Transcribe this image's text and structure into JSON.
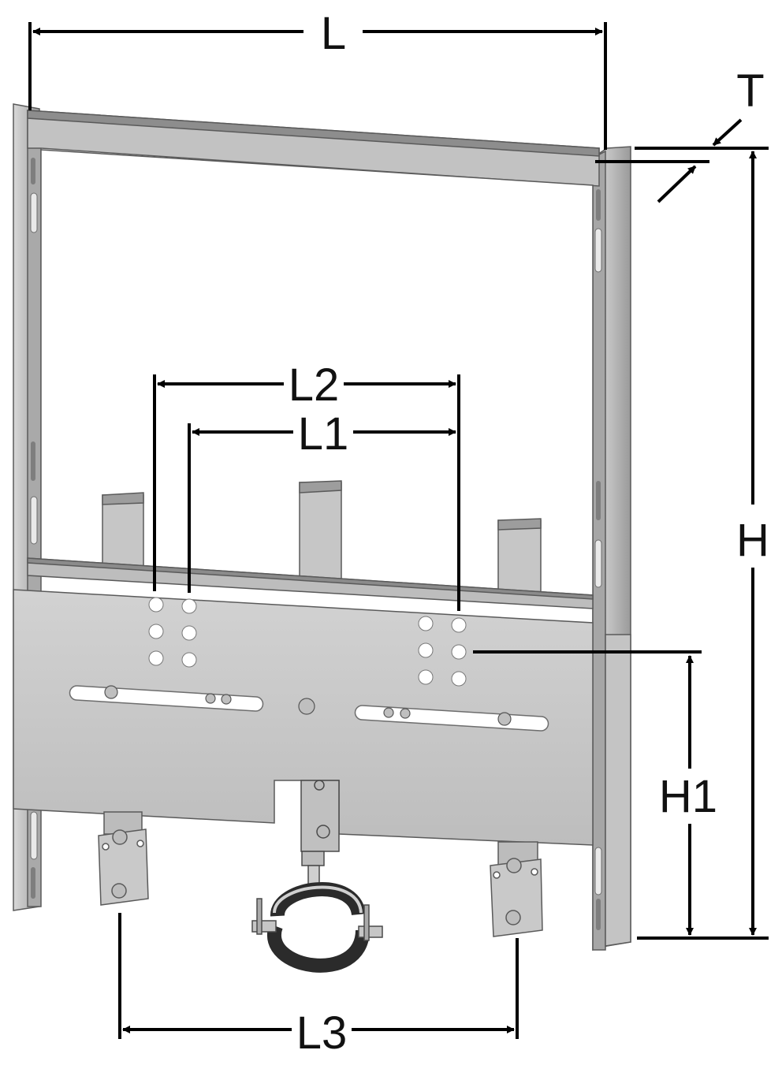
{
  "labels": {
    "L": "L",
    "T": "T",
    "H": "H",
    "L2": "L2",
    "L1": "L1",
    "H1": "H1",
    "L3": "L3"
  },
  "colors": {
    "frame_light": "#c9c9c9",
    "frame_mid": "#b3b3b3",
    "frame_dark": "#8f8f8f",
    "edge": "#5a5a5a",
    "clamp_rubber": "#2b2b2b",
    "dimension_line": "#000000"
  }
}
